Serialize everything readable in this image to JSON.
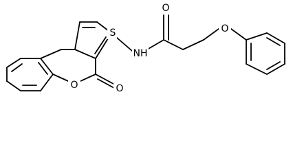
{
  "molecule": {
    "atoms": {
      "sulfur": "S",
      "amide_nitrogen": "NH",
      "amide_oxygen": "O",
      "ether_oxygen": "O",
      "ring_oxygen": "O",
      "lactone_oxygen": "O"
    },
    "colors": {
      "bond": "#000000",
      "background": "#ffffff"
    }
  }
}
